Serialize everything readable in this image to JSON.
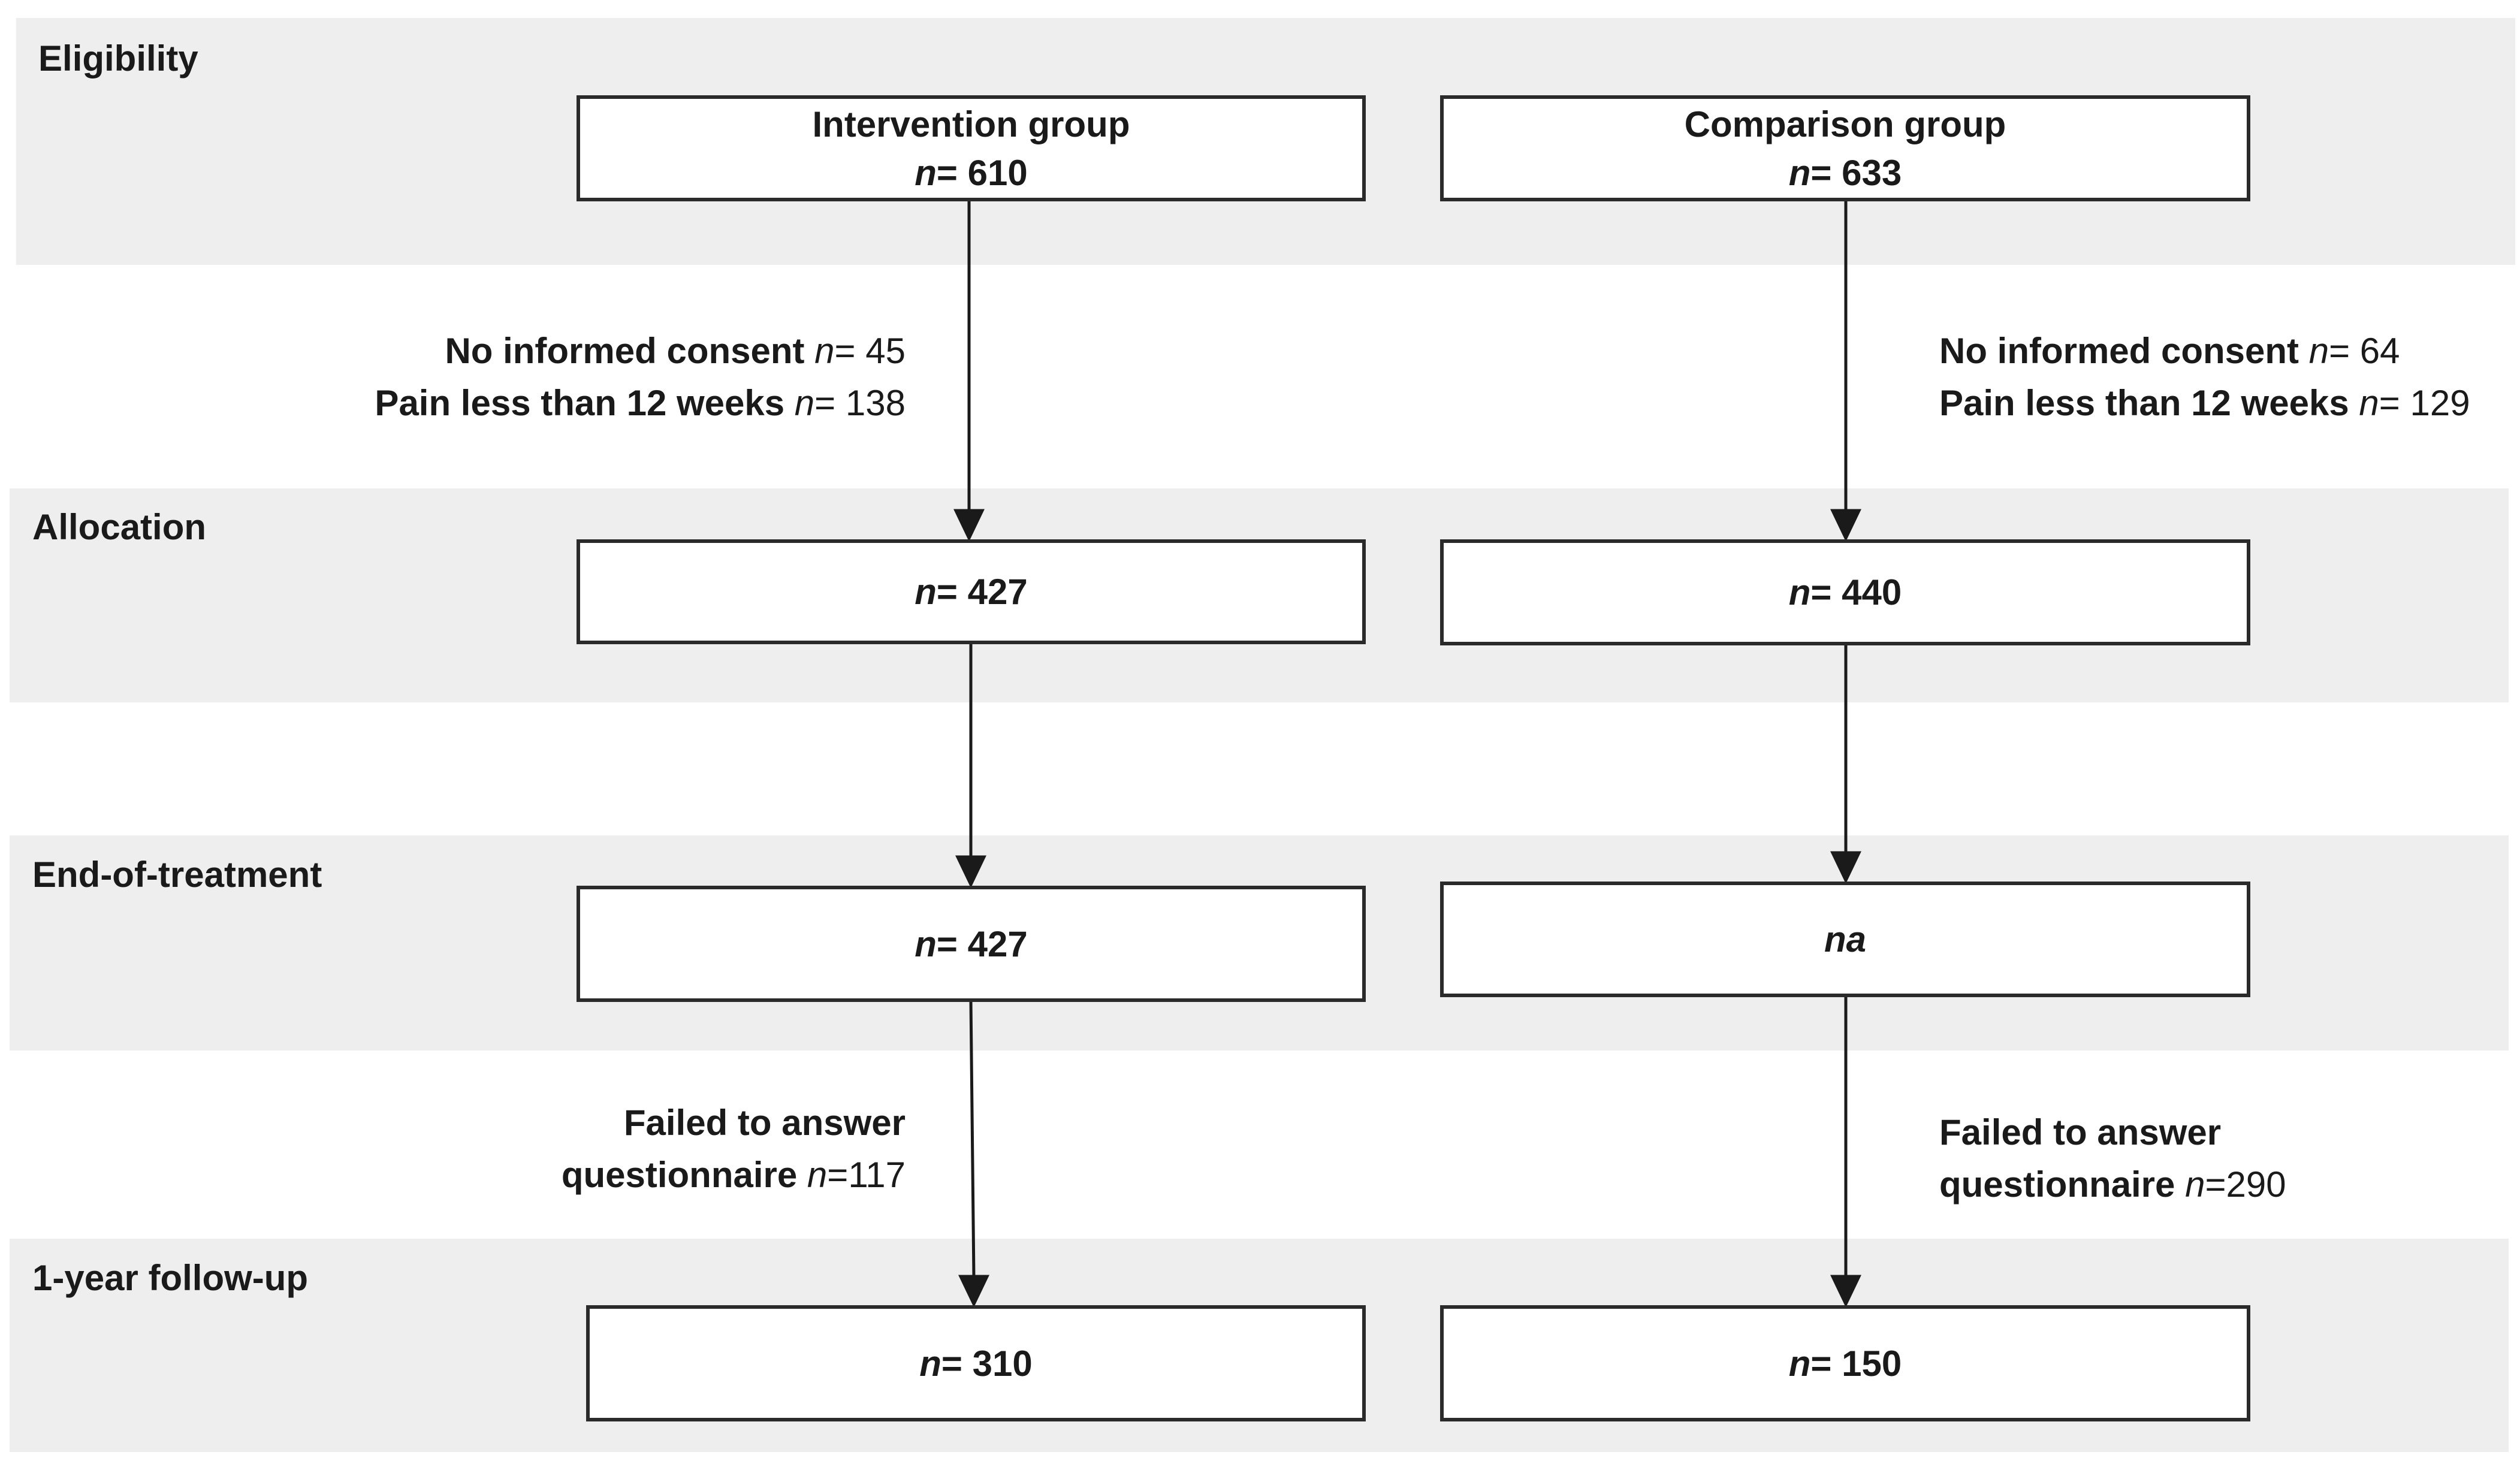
{
  "stages": {
    "eligibility": "Eligibility",
    "allocation": "Allocation",
    "end_of_treatment": "End-of-treatment",
    "followup": "1-year follow-up"
  },
  "intervention": {
    "title": "Intervention group",
    "eligibility_n": "610",
    "allocation_n": "427",
    "end_of_treatment_n": "427",
    "followup_n": "310",
    "exclusions": [
      {
        "label": "No informed consent",
        "n": "45"
      },
      {
        "label": "Pain less than 12 weeks",
        "n": "138"
      }
    ],
    "loss": {
      "line1": "Failed to answer",
      "line2": "questionnaire",
      "n": "117"
    }
  },
  "comparison": {
    "title": "Comparison group",
    "eligibility_n": "633",
    "allocation_n": "440",
    "end_of_treatment_value": "na",
    "followup_n": "150",
    "exclusions": [
      {
        "label": "No informed consent",
        "n": "64"
      },
      {
        "label": "Pain less than 12 weeks",
        "n": "129"
      }
    ],
    "loss": {
      "line1": "Failed to answer",
      "line2": "questionnaire",
      "n": "290"
    }
  },
  "n_symbol": "n",
  "eq_sep": "= ",
  "eq_tight": "="
}
